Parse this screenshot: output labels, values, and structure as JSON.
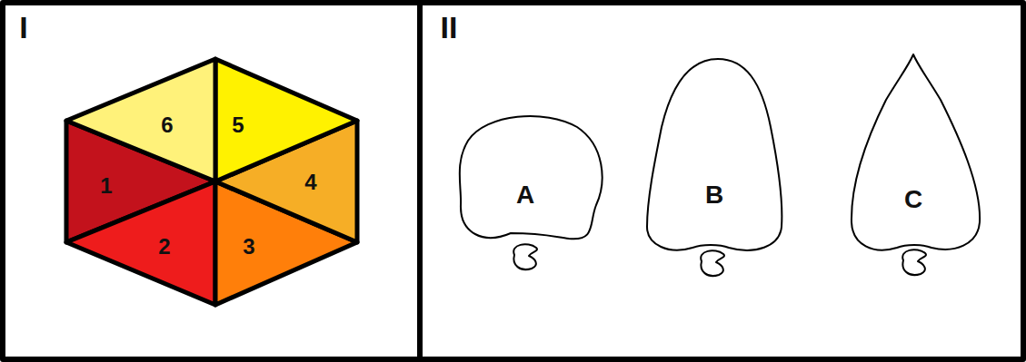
{
  "diagram": {
    "nodes": [
      {
        "text": [
          "I"
        ]
      },
      {
        "text": [
          "1"
        ],
        "in": 0
      },
      {
        "text": [
          "2"
        ],
        "in": 0
      },
      {
        "text": [
          "3"
        ],
        "in": 0
      },
      {
        "text": [
          "4"
        ],
        "in": 0
      },
      {
        "text": [
          "5"
        ],
        "in": 0
      },
      {
        "text": [
          "6"
        ],
        "in": 0
      },
      {
        "text": [
          "II"
        ]
      },
      {
        "text": [
          "A"
        ],
        "in": 7
      },
      {
        "text": [
          "B"
        ],
        "in": 7
      },
      {
        "text": [
          "C"
        ],
        "in": 7
      }
    ]
  }
}
